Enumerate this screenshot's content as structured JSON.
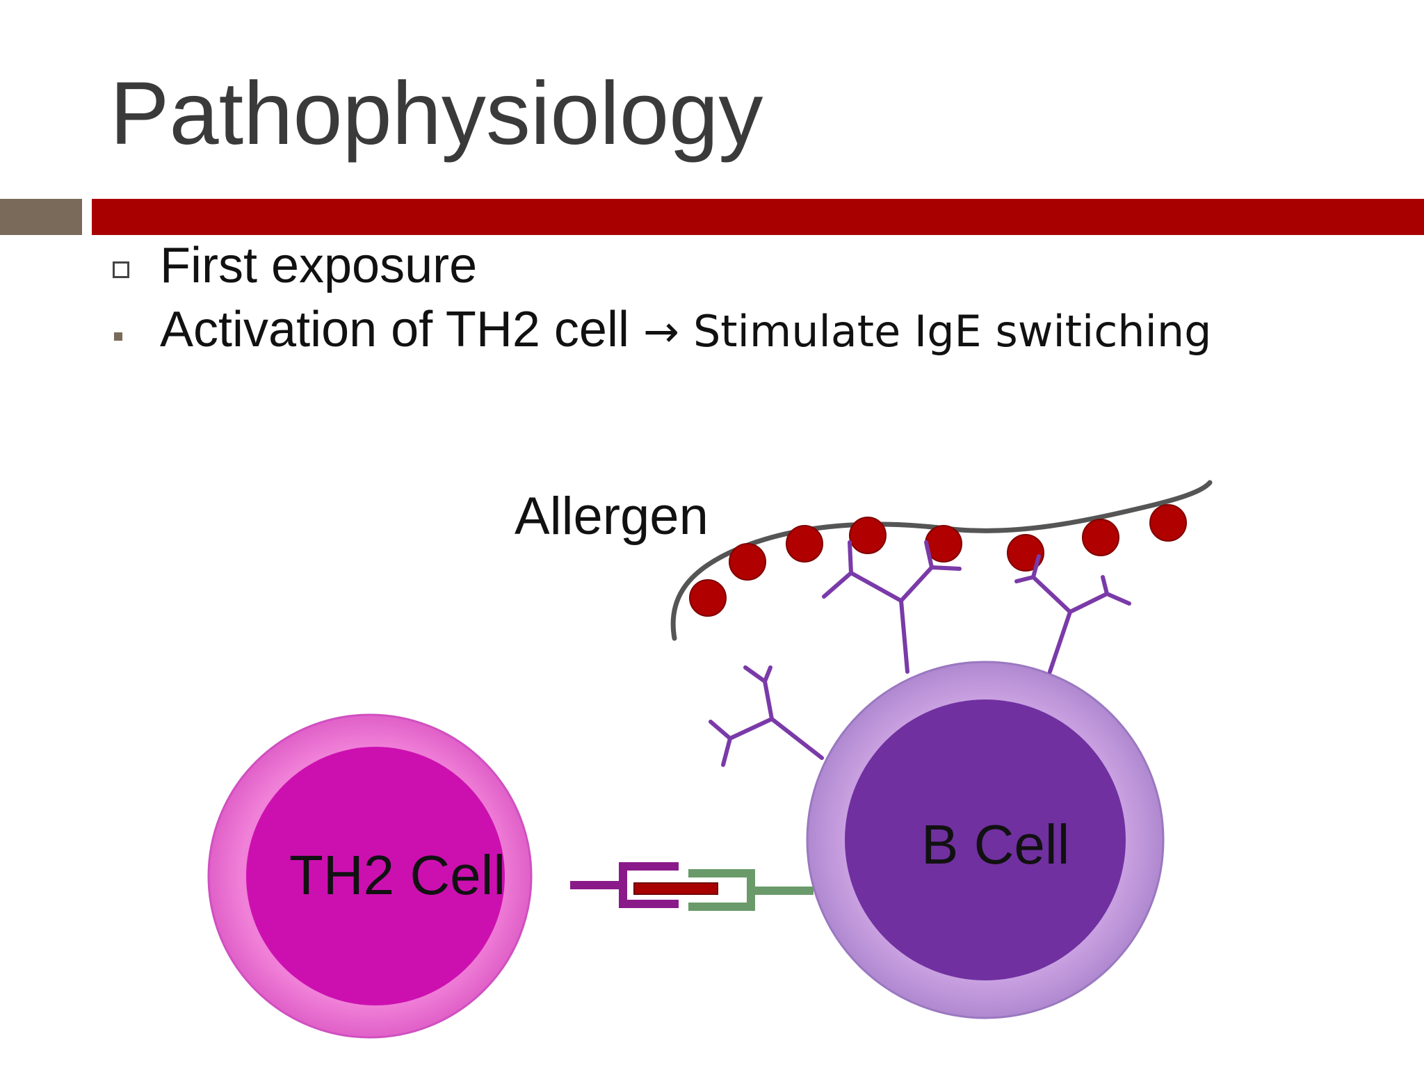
{
  "slide": {
    "title": "Pathophysiology",
    "bullets": [
      {
        "style": "hollow-square",
        "text": "First exposure"
      },
      {
        "style": "small-square",
        "text": "Activation of TH2 cell",
        "arrow": "→",
        "continuation": "Stimulate IgE switiching"
      }
    ]
  },
  "diagram": {
    "allergen_label": "Allergen",
    "th2_label": "TH2 Cell",
    "b_label": "B Cell"
  },
  "colors": {
    "title": "#3a3a3a",
    "accent_gray": "#7a6a5a",
    "accent_red": "#a80000",
    "th2_outer": "#f080d8",
    "th2_inner": "#cc10b0",
    "b_outer": "#c8a0e0",
    "b_inner": "#7030a0",
    "antibody": "#7a3aa8",
    "allergen_dot": "#b00000",
    "allergen_strand": "#555555",
    "receptor_green": "#6a9a6a",
    "receptor_purple": "#8a1a8a"
  }
}
